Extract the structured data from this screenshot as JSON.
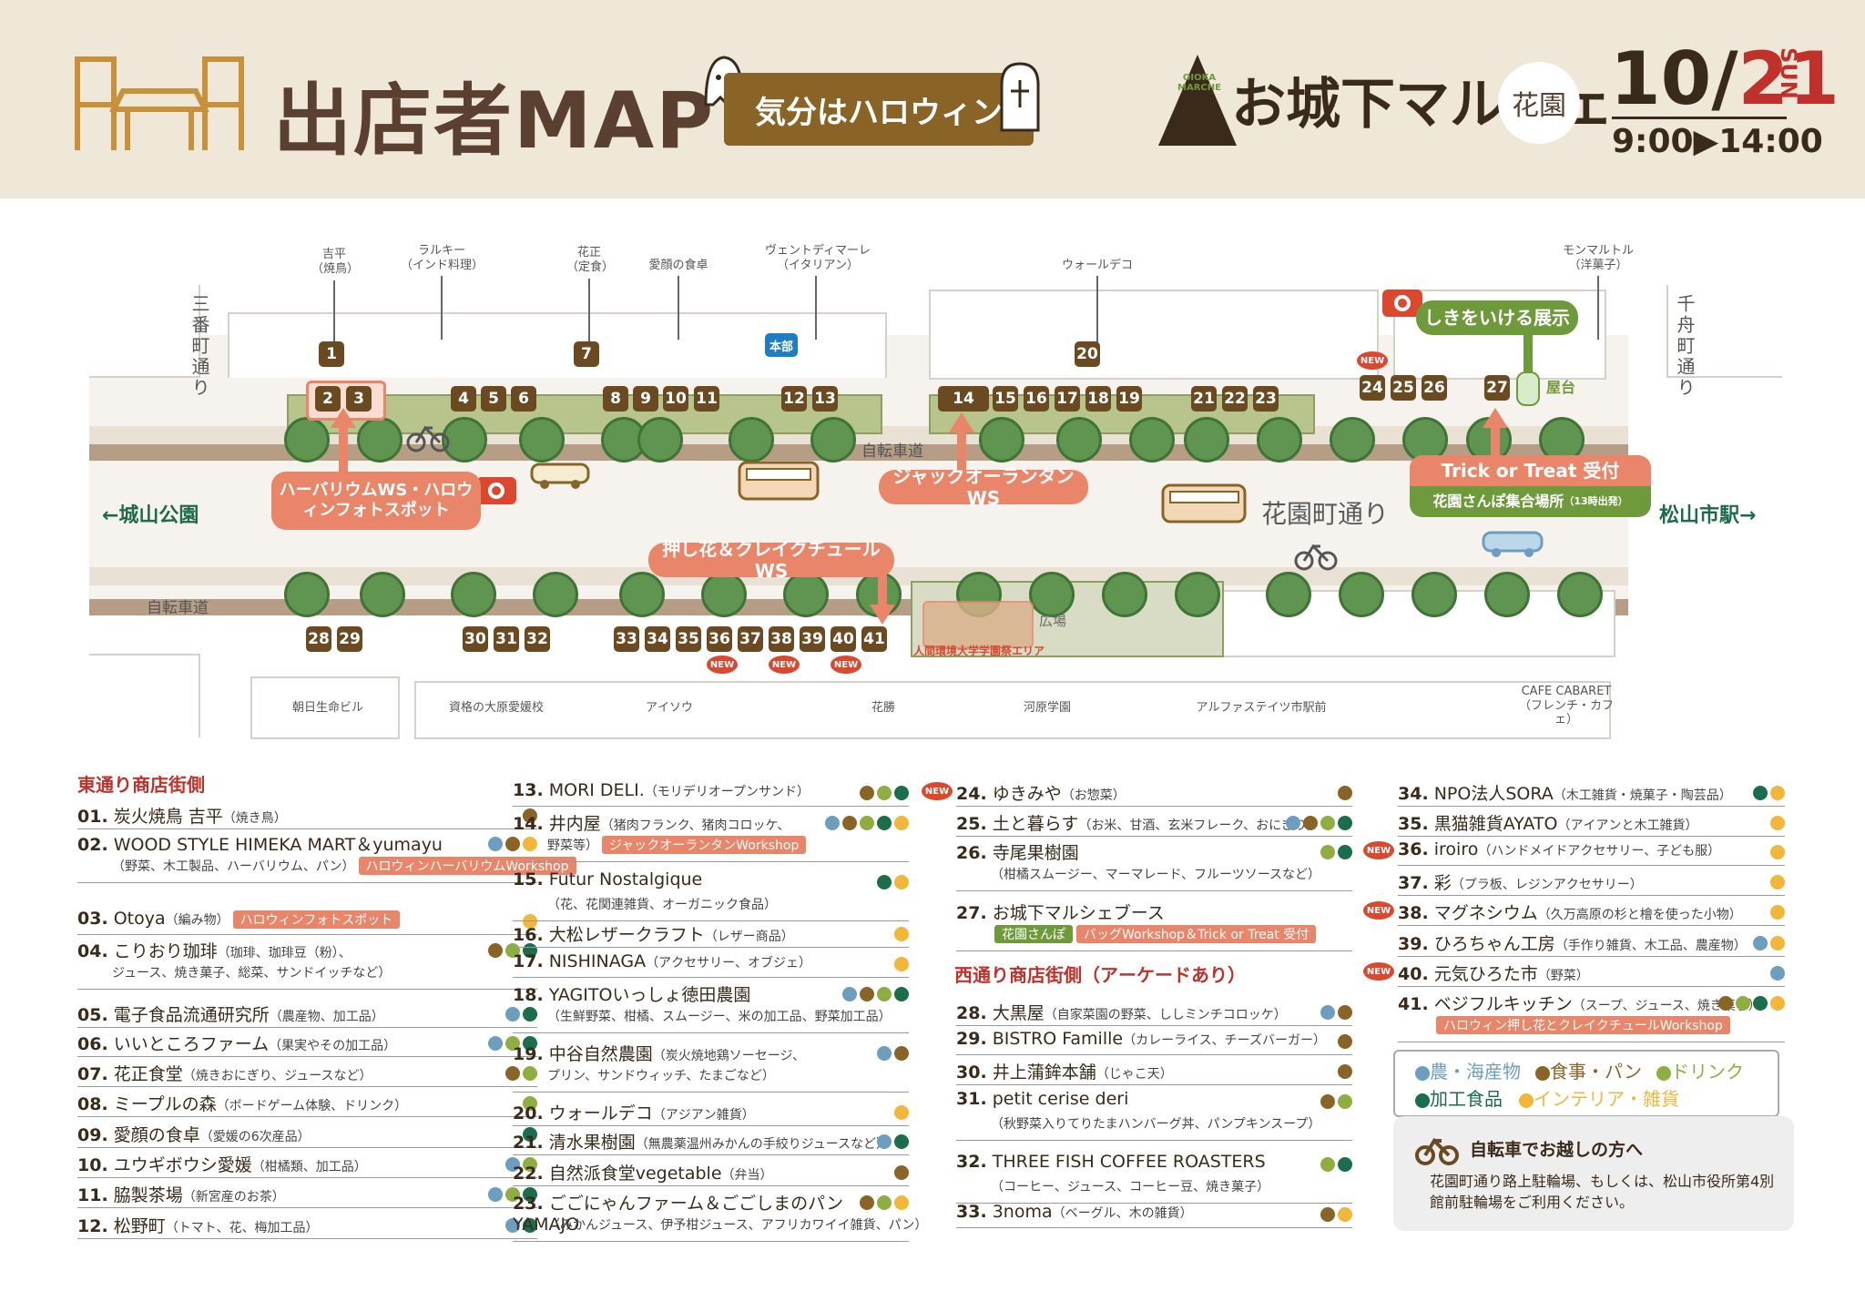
{
  "colors": {
    "agri": "#6d9ec0",
    "food": "#8a6426",
    "drink": "#8fae42",
    "processed": "#1a6e4c",
    "interior": "#f2b63a"
  },
  "header": {
    "title": "出店者MAP",
    "banner": "気分はハロウィン",
    "logo_text": "OIOKA MARCHE",
    "marche_name": "お城下マルシェ",
    "place": "花園",
    "date_month": "10/",
    "date_day": "21",
    "weekday": "SUN",
    "time": "9:00▶14:00"
  },
  "map": {
    "street_main": "花園町通り",
    "bike_lane_top": "自転車道",
    "bike_lane_bottom": "自転車道",
    "west_dir": "←城山公園",
    "east_dir": "松山市駅→",
    "st_left": "三番町通り",
    "st_right": "千舟町通り",
    "plaza": "広場",
    "honbu": "本部",
    "yatai": "屋台",
    "university_area": "人間環境大学学園祭エリア",
    "labels_top": [
      {
        "n": "吉平",
        "s": "（焼鳥）"
      },
      {
        "n": "ラルキー",
        "s": "（インド料理）"
      },
      {
        "n": "花正",
        "s": "（定食）"
      },
      {
        "n": "愛顔の食卓",
        "s": ""
      },
      {
        "n": "ヴェントディマーレ",
        "s": "（イタリアン）"
      },
      {
        "n": "ウォールデコ",
        "s": ""
      },
      {
        "n": "モンマルトル",
        "s": "（洋菓子）"
      }
    ],
    "labels_bottom": [
      "朝日生命ビル",
      "資格の大原愛媛校",
      "アイソウ",
      "花勝",
      "河原学園",
      "アルファステイツ市駅前",
      "CAFE CABARET",
      "（フレンチ・カフェ）"
    ],
    "callouts": {
      "herbarium": "ハーバリウムWS・ハロウィンフォトスポット",
      "jack": "ジャックオーランタンWS",
      "oshibana": "押し花＆クレイクチュールWS",
      "shiki": "しきをいける展示",
      "trick": "Trick or Treat 受付",
      "sanpo": "花園さんぽ集合場所",
      "sanpo_note": "（13時出発）"
    },
    "numbers_top": [
      "1",
      "2",
      "3",
      "4",
      "5",
      "6",
      "7",
      "8",
      "9",
      "10",
      "11",
      "12",
      "13",
      "20",
      "14",
      "15",
      "16",
      "17",
      "18",
      "19",
      "21",
      "22",
      "23",
      "24",
      "25",
      "26",
      "27"
    ],
    "numbers_bottom": [
      "28",
      "29",
      "30",
      "31",
      "32",
      "33",
      "34",
      "35",
      "36",
      "37",
      "38",
      "39",
      "40",
      "41"
    ],
    "new_label": "NEW"
  },
  "legend": {
    "east_title": "東通り商店街側",
    "west_title": "西通り商店街側（アーケードあり）",
    "categories": [
      {
        "label": "農・海産物",
        "color": "#6d9ec0"
      },
      {
        "label": "食事・パン",
        "color": "#8a6426"
      },
      {
        "label": "ドリンク",
        "color": "#8fae42"
      },
      {
        "label": "加工食品",
        "color": "#1a6e4c"
      },
      {
        "label": "インテリア・雑貨",
        "color": "#f2b63a"
      }
    ],
    "bike_title": "自転車でお越しの方へ",
    "bike_text": "花園町通り路上駐輪場、もしくは、松山市役所第4別館前駐輪場をご利用ください。"
  },
  "vendors": [
    {
      "no": "01.",
      "name": "炭火焼鳥 吉平",
      "sub": "（焼き鳥）",
      "dots": [
        "food"
      ]
    },
    {
      "no": "02.",
      "name": "WOOD STYLE HIMEKA MART＆yumayu",
      "sub": "",
      "note": "（野菜、木工製品、ハーバリウム、パン）",
      "tag": "ハロウィンハーバリウムWorkshop",
      "dots": [
        "agri",
        "food",
        "interior"
      ]
    },
    {
      "no": "03.",
      "name": "Otoya",
      "sub": "（編み物）",
      "tag": "ハロウィンフォトスポット",
      "dots": [
        "interior"
      ]
    },
    {
      "no": "04.",
      "name": "こりおり珈琲",
      "sub": "（珈琲、珈琲豆（粉）、",
      "note": "ジュース、焼き菓子、総菜、サンドイッチなど）",
      "dots": [
        "food",
        "drink",
        "processed"
      ]
    },
    {
      "no": "05.",
      "name": "電子食品流通研究所",
      "sub": "（農産物、加工品）",
      "dots": [
        "agri",
        "processed"
      ]
    },
    {
      "no": "06.",
      "name": "いいところファーム",
      "sub": "（果実やその加工品）",
      "dots": [
        "agri",
        "drink",
        "processed"
      ]
    },
    {
      "no": "07.",
      "name": "花正食堂",
      "sub": "（焼きおにぎり、ジュースなど）",
      "dots": [
        "food",
        "drink"
      ]
    },
    {
      "no": "08.",
      "name": "ミープルの森",
      "sub": "（ボードゲーム体験、ドリンク）",
      "dots": [
        "drink"
      ]
    },
    {
      "no": "09.",
      "name": "愛顔の食卓",
      "sub": "（愛媛の6次産品）",
      "dots": [
        "processed"
      ]
    },
    {
      "no": "10.",
      "name": "ユウギボウシ愛媛",
      "sub": "（柑橘類、加工品）",
      "dots": [
        "agri",
        "drink"
      ]
    },
    {
      "no": "11.",
      "name": "脇製茶場",
      "sub": "（新宮産のお茶）",
      "dots": [
        "agri",
        "drink",
        "processed"
      ]
    },
    {
      "no": "12.",
      "name": "松野町",
      "sub": "（トマト、花、梅加工品）",
      "dots": [
        "agri",
        "processed"
      ]
    },
    {
      "no": "13.",
      "name": "MORI DELI.",
      "sub": "（モリデリオープンサンド）",
      "dots": [
        "food",
        "drink",
        "processed"
      ]
    },
    {
      "no": "14.",
      "name": "井内屋",
      "sub": "（猪肉フランク、猪肉コロッケ、",
      "note": "野菜等）",
      "tag": "ジャックオーランタンWorkshop",
      "dots": [
        "agri",
        "food",
        "drink",
        "processed",
        "interior"
      ]
    },
    {
      "no": "15.",
      "name": "Futur Nostalgique",
      "sub": "",
      "note": "（花、花関連雑貨、オーガニック食品）",
      "dots": [
        "processed",
        "interior"
      ]
    },
    {
      "no": "16.",
      "name": "大松レザークラフト",
      "sub": "（レザー商品）",
      "dots": [
        "interior"
      ]
    },
    {
      "no": "17.",
      "name": "NISHINAGA",
      "sub": "（アクセサリー、オブジェ）",
      "dots": [
        "interior"
      ]
    },
    {
      "no": "18.",
      "name": "YAGITOいっしょ徳田農園",
      "sub": "",
      "note": "（生鮮野菜、柑橘、スムージー、米の加工品、野菜加工品）",
      "dots": [
        "agri",
        "food",
        "drink",
        "processed"
      ]
    },
    {
      "no": "19.",
      "name": "中谷自然農園",
      "sub": "（炭火焼地鶏ソーセージ、",
      "note": "プリン、サンドウィッチ、たまごなど）",
      "dots": [
        "agri",
        "food"
      ]
    },
    {
      "no": "20.",
      "name": "ウォールデコ",
      "sub": "（アジアン雑貨）",
      "dots": [
        "interior"
      ]
    },
    {
      "no": "21.",
      "name": "清水果樹園",
      "sub": "（無農薬温州みかんの手絞りジュースなど）",
      "dots": [
        "agri",
        "processed"
      ]
    },
    {
      "no": "22.",
      "name": "自然派食堂vegetable",
      "sub": "（弁当）",
      "dots": [
        "food"
      ]
    },
    {
      "no": "23.",
      "name": "ごごにゃんファーム＆ごごしまのパンYAMAJO",
      "sub": "",
      "note": "（みかんジュース、伊予柑ジュース、アフリカワイイ雑貨、パン）",
      "dots": [
        "food",
        "drink",
        "interior"
      ]
    },
    {
      "no": "24.",
      "name": "ゆきみや",
      "sub": "（お惣菜）",
      "dots": [
        "food"
      ],
      "isNew": true
    },
    {
      "no": "25.",
      "name": "土と暮らす",
      "sub": "（お米、甘酒、玄米フレーク、おにぎり）",
      "dots": [
        "agri",
        "food",
        "drink",
        "processed"
      ]
    },
    {
      "no": "26.",
      "name": "寺尾果樹園",
      "sub": "",
      "note": "（柑橘スムージー、マーマレード、フルーツソースなど）",
      "dots": [
        "drink",
        "processed"
      ]
    },
    {
      "no": "27.",
      "name": "お城下マルシェブース",
      "sub": "",
      "tag1": "花園さんぽ",
      "tag": "バッグWorkshop＆Trick or Treat 受付",
      "dots": []
    },
    {
      "no": "28.",
      "name": "大黒屋",
      "sub": "（自家菜園の野菜、ししミンチコロッケ）",
      "dots": [
        "agri",
        "food"
      ]
    },
    {
      "no": "29.",
      "name": "BISTRO Famille",
      "sub": "（カレーライス、チーズバーガー）",
      "dots": [
        "food"
      ]
    },
    {
      "no": "30.",
      "name": "井上蒲鉾本舗",
      "sub": "（じゃこ天）",
      "dots": [
        "food"
      ]
    },
    {
      "no": "31.",
      "name": "petit cerise deri",
      "sub": "",
      "note": "（秋野菜入りてりたまハンバーグ丼、パンプキンスープ）",
      "dots": [
        "food",
        "drink"
      ]
    },
    {
      "no": "32.",
      "name": "THREE FISH COFFEE ROASTERS",
      "sub": "",
      "note": "（コーヒー、ジュース、コーヒー豆、焼き菓子）",
      "dots": [
        "drink",
        "processed"
      ]
    },
    {
      "no": "33.",
      "name": "3noma",
      "sub": "（ベーグル、木の雑貨）",
      "dots": [
        "food",
        "interior"
      ]
    },
    {
      "no": "34.",
      "name": "NPO法人SORA",
      "sub": "（木工雑貨・焼菓子・陶芸品）",
      "dots": [
        "processed",
        "interior"
      ]
    },
    {
      "no": "35.",
      "name": "黒猫雑貨AYATO",
      "sub": "（アイアンと木工雑貨）",
      "dots": [
        "interior"
      ]
    },
    {
      "no": "36.",
      "name": "iroiro",
      "sub": "（ハンドメイドアクセサリー、子ども服）",
      "dots": [
        "interior"
      ],
      "isNew": true
    },
    {
      "no": "37.",
      "name": "彩",
      "sub": "（プラ板、レジンアクセサリー）",
      "dots": [
        "interior"
      ]
    },
    {
      "no": "38.",
      "name": "マグネシウム",
      "sub": "（久万高原の杉と檜を使った小物）",
      "dots": [
        "interior"
      ],
      "isNew": true
    },
    {
      "no": "39.",
      "name": "ひろちゃん工房",
      "sub": "（手作り雑貨、木工品、農産物）",
      "dots": [
        "agri",
        "interior"
      ]
    },
    {
      "no": "40.",
      "name": "元気ひろた市",
      "sub": "（野菜）",
      "dots": [
        "agri"
      ],
      "isNew": true
    },
    {
      "no": "41.",
      "name": "ベジフルキッチン",
      "sub": "（スープ、ジュース、焼き菓子）",
      "tag": "ハロウィン押し花とクレイクチュールWorkshop",
      "dots": [
        "food",
        "drink",
        "processed",
        "interior"
      ]
    }
  ]
}
